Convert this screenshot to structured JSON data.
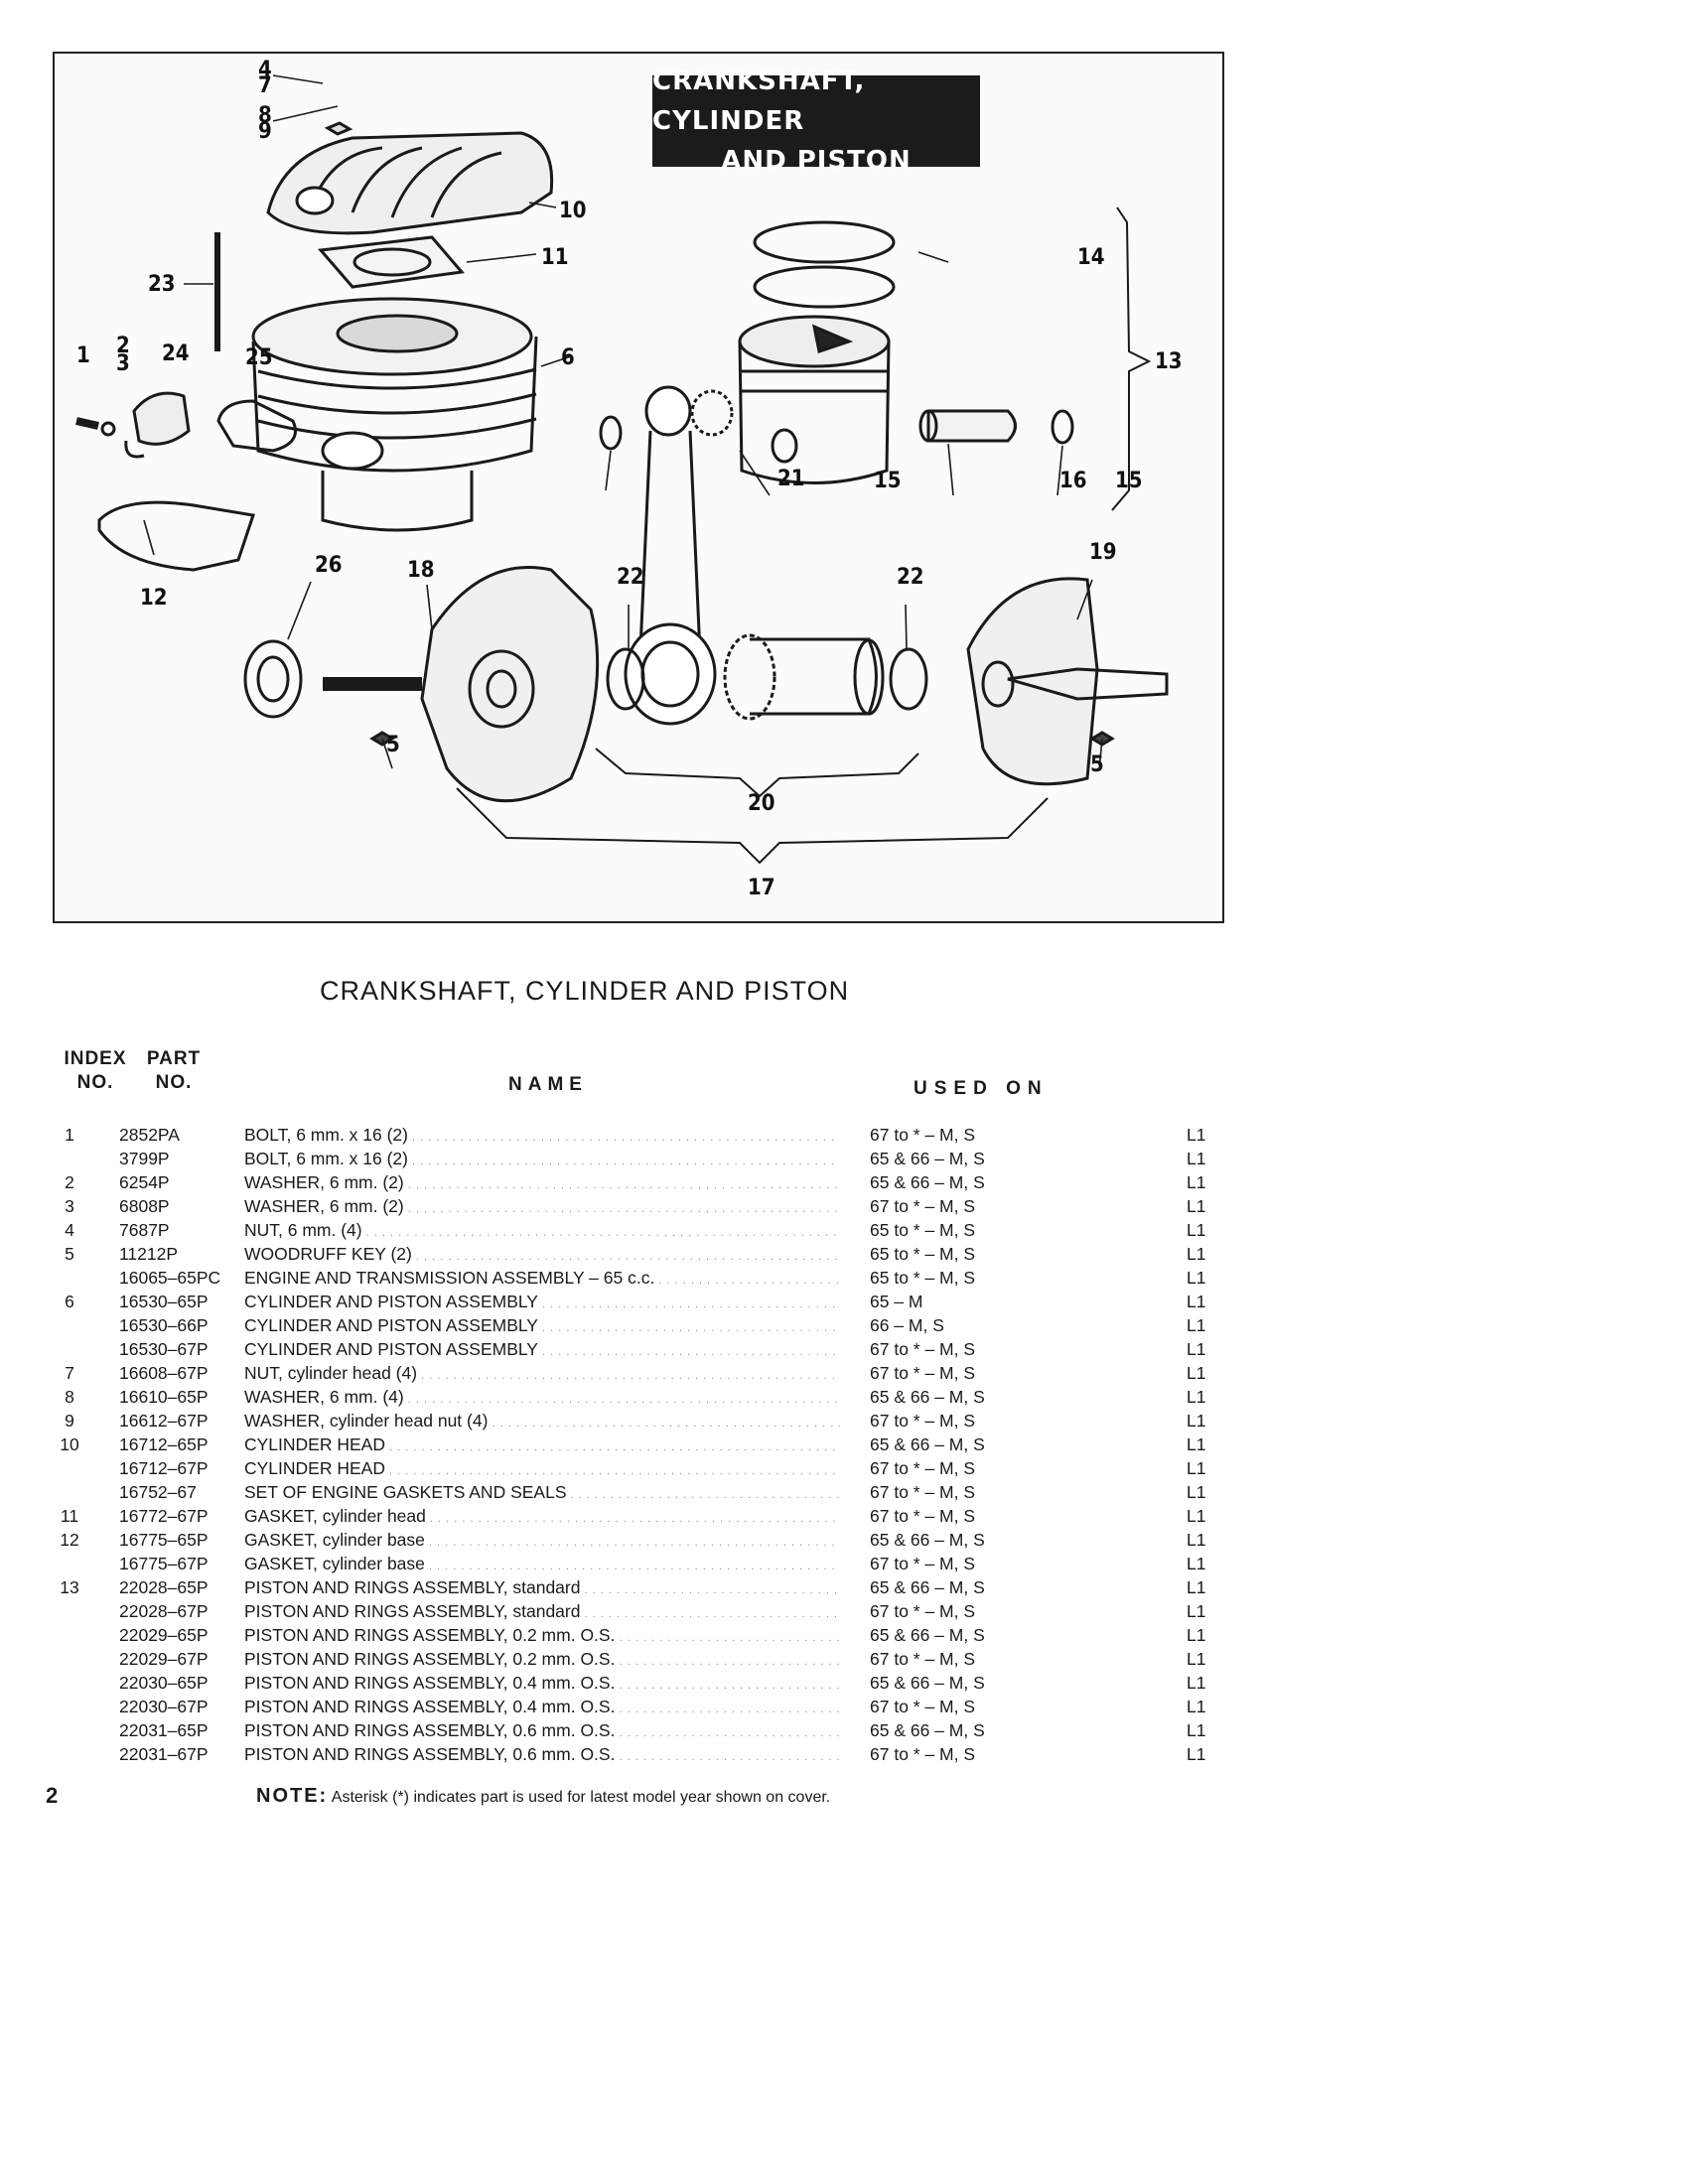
{
  "figure": {
    "title_line1": "CRANKSHAFT, CYLINDER",
    "title_line2": "AND PISTON",
    "callouts": [
      "4",
      "7",
      "8",
      "9",
      "10",
      "11",
      "23",
      "1",
      "2",
      "3",
      "24",
      "25",
      "6",
      "14",
      "13",
      "21",
      "15",
      "16",
      "15",
      "12",
      "26",
      "18",
      "22",
      "22",
      "19",
      "5",
      "5",
      "20",
      "17"
    ]
  },
  "section_title": "CRANKSHAFT, CYLINDER AND PISTON",
  "columns": {
    "index_line1": "INDEX",
    "index_line2": "NO.",
    "part_line1": "PART",
    "part_line2": "NO.",
    "name": "NAME",
    "used_on": "USED ON"
  },
  "rows": [
    {
      "index": "1",
      "part": "2852PA",
      "name": "BOLT, 6 mm. x 16 (2)",
      "used": "67 to * – M, S",
      "code": "L1"
    },
    {
      "index": "",
      "part": "3799P",
      "name": "BOLT, 6 mm. x 16 (2)",
      "used": "65 & 66 – M, S",
      "code": "L1"
    },
    {
      "index": "2",
      "part": "6254P",
      "name": "WASHER, 6 mm. (2)",
      "used": "65 & 66 – M, S",
      "code": "L1"
    },
    {
      "index": "3",
      "part": "6808P",
      "name": "WASHER, 6 mm. (2)",
      "used": "67 to * – M, S",
      "code": "L1"
    },
    {
      "index": "4",
      "part": "7687P",
      "name": "NUT, 6 mm. (4)",
      "used": "65 to * – M, S",
      "code": "L1"
    },
    {
      "index": "5",
      "part": "11212P",
      "name": "WOODRUFF KEY (2)",
      "used": "65 to * – M, S",
      "code": "L1"
    },
    {
      "index": "",
      "part": "16065–65PC",
      "name": "ENGINE AND TRANSMISSION ASSEMBLY – 65 c.c.",
      "used": "65 to * – M, S",
      "code": "L1"
    },
    {
      "index": "6",
      "part": "16530–65P",
      "name": "CYLINDER AND PISTON ASSEMBLY",
      "used": "65 – M",
      "code": "L1"
    },
    {
      "index": "",
      "part": "16530–66P",
      "name": "CYLINDER AND PISTON ASSEMBLY",
      "used": "66 – M, S",
      "code": "L1"
    },
    {
      "index": "",
      "part": "16530–67P",
      "name": "CYLINDER AND PISTON ASSEMBLY",
      "used": "67 to * – M, S",
      "code": "L1"
    },
    {
      "index": "7",
      "part": "16608–67P",
      "name": "NUT, cylinder head (4)",
      "used": "67 to * – M, S",
      "code": "L1"
    },
    {
      "index": "8",
      "part": "16610–65P",
      "name": "WASHER, 6 mm. (4)",
      "used": "65 & 66 – M, S",
      "code": "L1"
    },
    {
      "index": "9",
      "part": "16612–67P",
      "name": "WASHER, cylinder head nut (4)",
      "used": "67 to * – M, S",
      "code": "L1"
    },
    {
      "index": "10",
      "part": "16712–65P",
      "name": "CYLINDER HEAD",
      "used": "65 & 66 – M, S",
      "code": "L1"
    },
    {
      "index": "",
      "part": "16712–67P",
      "name": "CYLINDER HEAD",
      "used": "67 to * – M, S",
      "code": "L1"
    },
    {
      "index": "",
      "part": "16752–67",
      "name": "SET OF ENGINE GASKETS AND SEALS",
      "used": "67 to * – M, S",
      "code": "L1"
    },
    {
      "index": "11",
      "part": "16772–67P",
      "name": "GASKET, cylinder head",
      "used": "67 to * – M, S",
      "code": "L1"
    },
    {
      "index": "12",
      "part": "16775–65P",
      "name": "GASKET, cylinder base",
      "used": "65 & 66 – M, S",
      "code": "L1"
    },
    {
      "index": "",
      "part": "16775–67P",
      "name": "GASKET, cylinder base",
      "used": "67 to * – M, S",
      "code": "L1"
    },
    {
      "index": "13",
      "part": "22028–65P",
      "name": "PISTON AND RINGS ASSEMBLY, standard",
      "used": "65 & 66 – M, S",
      "code": "L1"
    },
    {
      "index": "",
      "part": "22028–67P",
      "name": "PISTON AND RINGS ASSEMBLY, standard",
      "used": "67 to * – M, S",
      "code": "L1"
    },
    {
      "index": "",
      "part": "22029–65P",
      "name": "PISTON AND RINGS ASSEMBLY, 0.2 mm. O.S.",
      "used": "65 & 66 – M, S",
      "code": "L1"
    },
    {
      "index": "",
      "part": "22029–67P",
      "name": "PISTON AND RINGS ASSEMBLY, 0.2 mm. O.S.",
      "used": "67 to * – M, S",
      "code": "L1"
    },
    {
      "index": "",
      "part": "22030–65P",
      "name": "PISTON AND RINGS ASSEMBLY, 0.4 mm. O.S.",
      "used": "65 & 66 – M, S",
      "code": "L1"
    },
    {
      "index": "",
      "part": "22030–67P",
      "name": "PISTON AND RINGS ASSEMBLY, 0.4 mm. O.S.",
      "used": "67 to * – M, S",
      "code": "L1"
    },
    {
      "index": "",
      "part": "22031–65P",
      "name": "PISTON AND RINGS ASSEMBLY, 0.6 mm. O.S.",
      "used": "65 & 66 – M, S",
      "code": "L1"
    },
    {
      "index": "",
      "part": "22031–67P",
      "name": "PISTON AND RINGS ASSEMBLY, 0.6 mm. O.S.",
      "used": "67 to * – M, S",
      "code": "L1"
    }
  ],
  "page_number": "2",
  "note": {
    "label": "NOTE:",
    "text": "Asterisk (*) indicates part is used for latest model year shown on cover."
  }
}
